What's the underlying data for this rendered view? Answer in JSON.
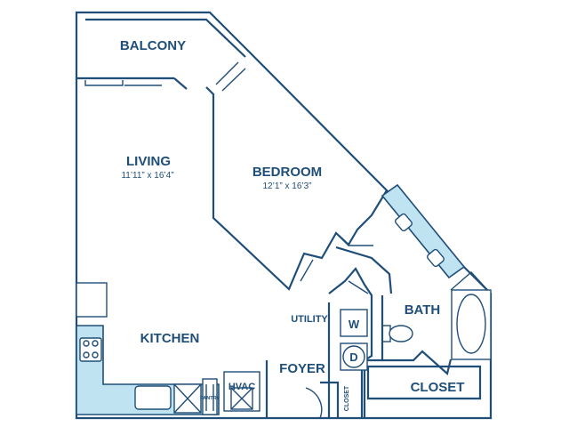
{
  "rooms": {
    "balcony": "BALCONY",
    "living": "LIVING",
    "living_dim": "11’11” x 16’4”",
    "bedroom": "BEDROOM",
    "bedroom_dim": "12’1” x 16’3”",
    "kitchen": "KITCHEN",
    "utility": "UTILITY",
    "bath": "BATH",
    "foyer": "FOYER",
    "closet": "CLOSET",
    "closet_small": "CLOSET",
    "hvac": "HVAC",
    "pantry": "PANTRY"
  },
  "appliances": {
    "washer": "W",
    "dryer": "D"
  },
  "colors": {
    "wall": "#1f4e79",
    "counter": "#bfe3f0"
  }
}
